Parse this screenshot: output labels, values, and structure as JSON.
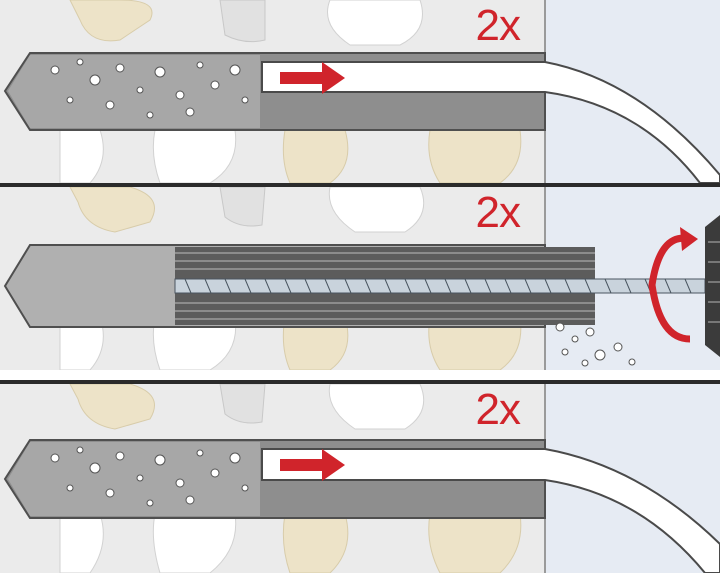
{
  "panels": [
    {
      "step": "blow-out",
      "count": "2x"
    },
    {
      "step": "brush-clean",
      "count": "2x"
    },
    {
      "step": "blow-out",
      "count": "2x"
    }
  ],
  "colors": {
    "accent": "#d0242b",
    "wall": "#ebebeb",
    "wall_face": "#e6ebf3",
    "stone_beige": "#ede3c8",
    "hole": "#8e8e8e",
    "divider": "#2b2b2b"
  },
  "icons": [
    "arrow-right-icon",
    "rotation-arrow-icon",
    "drill-chuck-icon"
  ]
}
